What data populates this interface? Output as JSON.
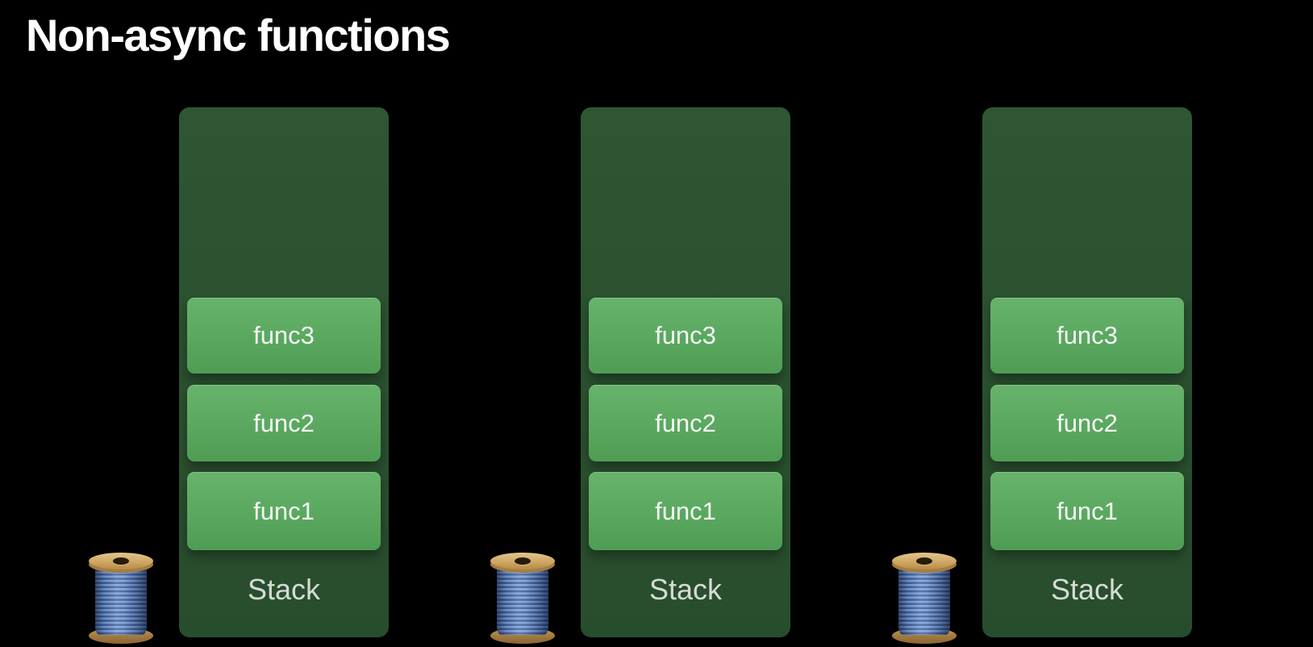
{
  "slide": {
    "title": "Non-async functions",
    "background_color": "#000000",
    "title_color": "#ffffff"
  },
  "colors": {
    "slide_bg": "#000000",
    "title_color": "#ffffff",
    "stack_background": "#2b5230",
    "frame_green_top": "#67b36b",
    "frame_green_bottom": "#4f9c55",
    "frame_text": "#f4f7f4",
    "stack_label_text": "#d6dbd6",
    "spool_wood": "#cda45f",
    "spool_thread_blue": "#5579b6"
  },
  "stacks": [
    {
      "icon": "thread-spool",
      "frames": [
        "func3",
        "func2",
        "func1"
      ],
      "label": "Stack"
    },
    {
      "icon": "thread-spool",
      "frames": [
        "func3",
        "func2",
        "func1"
      ],
      "label": "Stack"
    },
    {
      "icon": "thread-spool",
      "frames": [
        "func3",
        "func2",
        "func1"
      ],
      "label": "Stack"
    }
  ]
}
